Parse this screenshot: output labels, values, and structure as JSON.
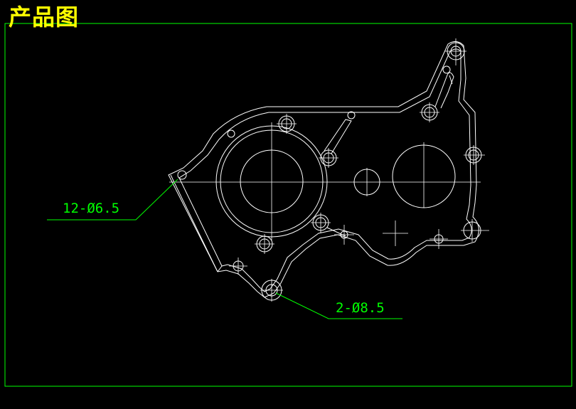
{
  "title": "产品图",
  "annotations": {
    "small_holes": "12-Ø6.5",
    "large_holes": "2-Ø8.5"
  },
  "colors": {
    "background": "#000000",
    "frame": "#00ff00",
    "geometry": "#ffffff",
    "dimension": "#00ff00",
    "title": "#ffff00"
  }
}
